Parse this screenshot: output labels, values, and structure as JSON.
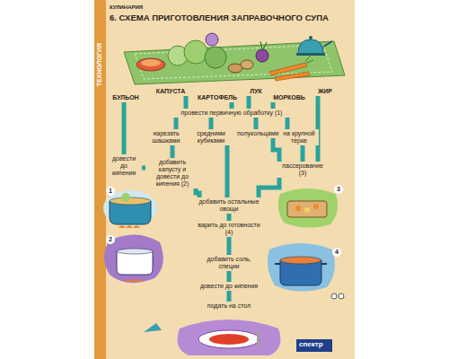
{
  "diagram": {
    "title": "6. СХЕМА ПРИГОТОВЛЕНИЯ ЗАПРАВОЧНОГО СУПА",
    "nodes": [
      {
        "text": [
          "БУЛЬОН"
        ]
      },
      {
        "text": [
          "КАПУСТА"
        ]
      },
      {
        "text": [
          "КАРТОФЕЛЬ"
        ]
      },
      {
        "text": [
          "ЛУК"
        ]
      },
      {
        "text": [
          "МОРКОВЬ"
        ]
      },
      {
        "text": [
          "ЖИР"
        ]
      },
      {
        "text": [
          "провести первичную обработку (1)"
        ]
      },
      {
        "text": [
          "нарезать шашками"
        ]
      },
      {
        "text": [
          "средними кубиками"
        ]
      },
      {
        "text": [
          "полукольцами"
        ]
      },
      {
        "text": [
          "на крупной терке"
        ]
      },
      {
        "text": [
          "довести до кипения"
        ]
      },
      {
        "text": [
          "добавить капусту и довести до кипения (2)"
        ]
      },
      {
        "text": [
          "пассерование (3)"
        ]
      },
      {
        "text": [
          "добавить остальные овощи"
        ]
      },
      {
        "text": [
          "варить до готовности (4)"
        ]
      },
      {
        "text": [
          "добавить соль, специи"
        ]
      },
      {
        "text": [
          "довести до кипения"
        ]
      },
      {
        "text": [
          "подать на стол"
        ]
      }
    ],
    "edges": [
      {
        "from": 0,
        "to": 11,
        "arrow": "none"
      },
      {
        "from": 1,
        "to": 6,
        "arrow": "none"
      },
      {
        "from": 2,
        "to": 6,
        "arrow": "none"
      },
      {
        "from": 3,
        "to": 6,
        "arrow": "none"
      },
      {
        "from": 4,
        "to": 6,
        "arrow": "none"
      },
      {
        "from": 6,
        "to": 7,
        "arrow": "none"
      },
      {
        "from": 6,
        "to": 8,
        "arrow": "none"
      },
      {
        "from": 6,
        "to": 9,
        "arrow": "none"
      },
      {
        "from": 6,
        "to": 10,
        "arrow": "none"
      },
      {
        "from": 7,
        "to": 12,
        "arrow": "none"
      },
      {
        "from": 11,
        "to": 12,
        "arrow": "none"
      },
      {
        "from": 5,
        "to": 13,
        "arrow": "none"
      },
      {
        "from": 9,
        "to": 13,
        "arrow": "none"
      },
      {
        "from": 10,
        "to": 13,
        "arrow": "none"
      },
      {
        "from": 8,
        "to": 14,
        "arrow": "none"
      },
      {
        "from": 12,
        "to": 14,
        "arrow": "none"
      },
      {
        "from": 13,
        "to": 14,
        "arrow": "none"
      },
      {
        "from": 14,
        "to": 15,
        "arrow": "none"
      },
      {
        "from": 15,
        "to": 16,
        "arrow": "none"
      },
      {
        "from": 16,
        "to": 17,
        "arrow": "none"
      },
      {
        "from": 17,
        "to": 18,
        "arrow": "none"
      }
    ],
    "labels": [
      "КУЛИНАРИЯ",
      "ТЕХНОЛОГИЯ",
      "1",
      "2",
      "3",
      "4",
      "спектр"
    ]
  }
}
